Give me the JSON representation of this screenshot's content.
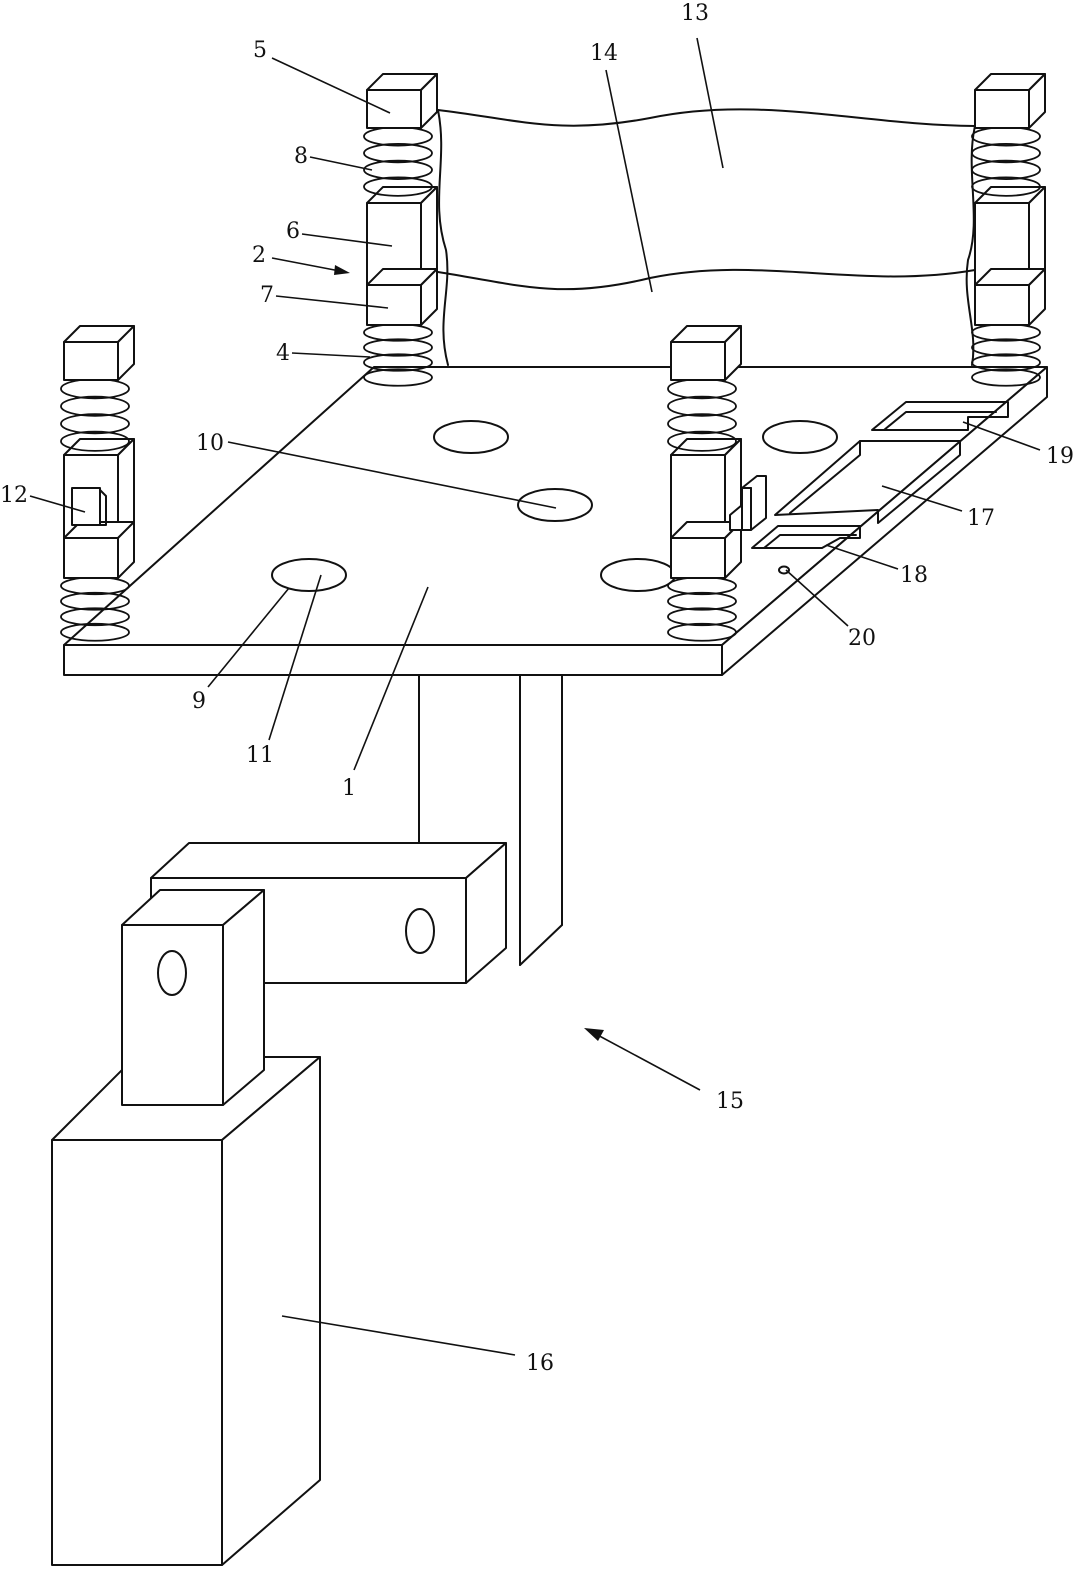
{
  "labels": {
    "l1": "1",
    "l2": "2",
    "l4": "4",
    "l5": "5",
    "l6": "6",
    "l7": "7",
    "l8": "8",
    "l9": "9",
    "l10": "10",
    "l11": "11",
    "l12": "12",
    "l13": "13",
    "l14": "14",
    "l15": "15",
    "l16": "16",
    "l17": "17",
    "l18": "18",
    "l19": "19",
    "l20": "20"
  }
}
